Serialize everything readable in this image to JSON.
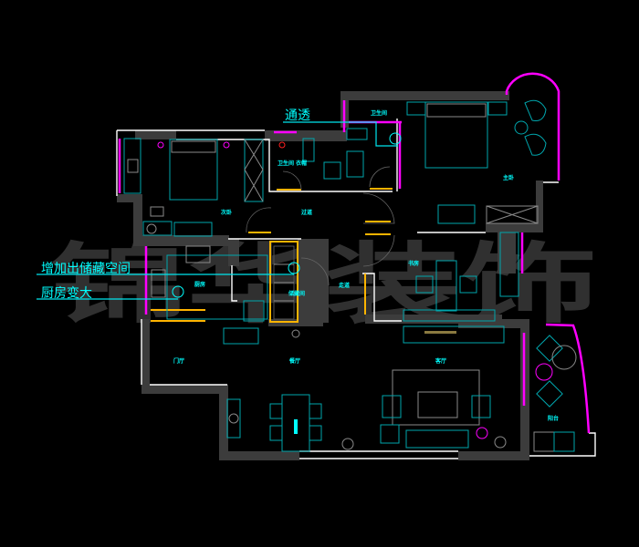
{
  "watermark": "锦华装饰",
  "annotations": {
    "through": "通透",
    "storage": "增加出储藏空间",
    "kitchen": "厨房变大"
  },
  "rooms": {
    "second_bedroom": "次卧",
    "corridor": "过道",
    "bath_a": "卫生间",
    "cloak": "衣帽",
    "bath_b": "卫生间",
    "master_bedroom": "主卧",
    "study": "书房",
    "kitchen": "厨房",
    "storage_room": "储藏间",
    "hallway": "走道",
    "foyer": "门厅",
    "dining": "餐厅",
    "living": "客厅",
    "balcony": "阳台"
  },
  "colors": {
    "wall": "#3c3c3c",
    "furniture": "#00a6ad",
    "window": "#ff00ff",
    "door_frame": "#ffb400",
    "label": "#00ffff"
  }
}
